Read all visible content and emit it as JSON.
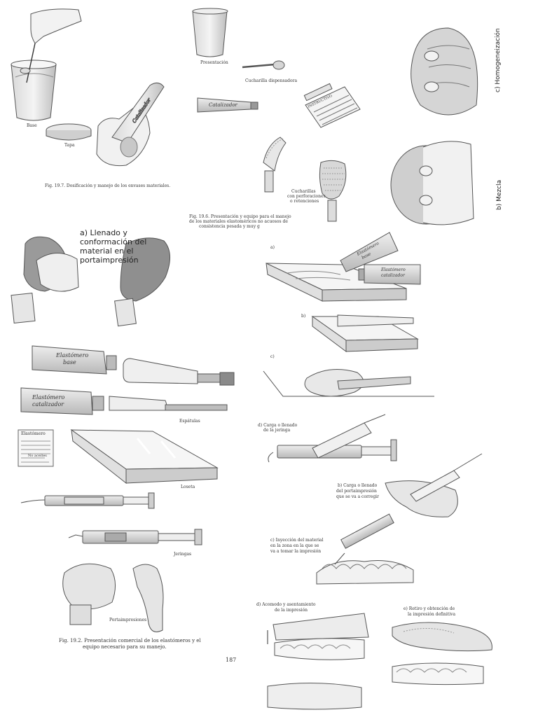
{
  "top_left": {
    "labels": {
      "base": "Base",
      "tapa": "Tapa"
    },
    "caption": "Fig. 19.7. Dosificación y manejo de los envases materiales.",
    "tube_text": "Catalizador"
  },
  "top_center": {
    "labels": {
      "presentacion": "Presentación",
      "cucharilla": "Cucharilla dispensadora",
      "catalizador": "Catalizador",
      "instructivo": "INSTRUCTIVO",
      "cucharillas_perf_1": "Cucharillas",
      "cucharillas_perf_2": "con perforaciones",
      "cucharillas_perf_3": "o retenciones"
    },
    "caption_1": "Fig. 19.6. Presentación y equipo para el manejo",
    "caption_2": "de los materiales elastoméricos no acuosos de",
    "caption_3": "consistencia pesada y muy g"
  },
  "right_vertical": {
    "homogeneizacion": "c) Homogeneización",
    "mezcla": "b) Mezcla"
  },
  "middle_left": {
    "heading_1": "a) Llenado y",
    "heading_2": "conformación del",
    "heading_3": "material en el",
    "heading_4": "portaimpresión"
  },
  "left_equipment": {
    "tube_base_1": "Elastómero",
    "tube_base_2": "base",
    "tube_cat_1": "Elastómero",
    "tube_cat_2": "catalizador",
    "espatulas": "Espátulas",
    "instructivo_title": "Elastómero",
    "no_aceites": "No aceites",
    "loseta": "Loseta",
    "jeringas": "Jeringas",
    "portaimpresiones": "Portaimpresiones",
    "caption_1": "Fig. 19.2. Presentación comercial de los elastómeros y el",
    "caption_2": "equipo necesario para su manejo."
  },
  "right_steps": {
    "step_a": "a)",
    "tube_base_1": "Elastómero",
    "tube_base_2": "base",
    "tube_cat_1": "Elastómero",
    "tube_cat_2": "catalizador",
    "step_b": "b)",
    "step_c": "c)",
    "carga_jeringa_1": "d) Carga o llenado",
    "carga_jeringa_2": "de la jeringa",
    "carga_porta_1": "b) Carga o llenado",
    "carga_porta_2": "del portaimpresión",
    "carga_porta_3": "que se va a corregir",
    "inyeccion_1": "c) Inyección del material",
    "inyeccion_2": "en la zona en la que se",
    "inyeccion_3": "va a tomar la impresión",
    "acomodo_1": "d) Acomodo y asentamiento",
    "acomodo_2": "de la impresión",
    "retiro_1": "e) Retiro y obtención de",
    "retiro_2": "la impresión definitiva"
  },
  "page_number": "187"
}
